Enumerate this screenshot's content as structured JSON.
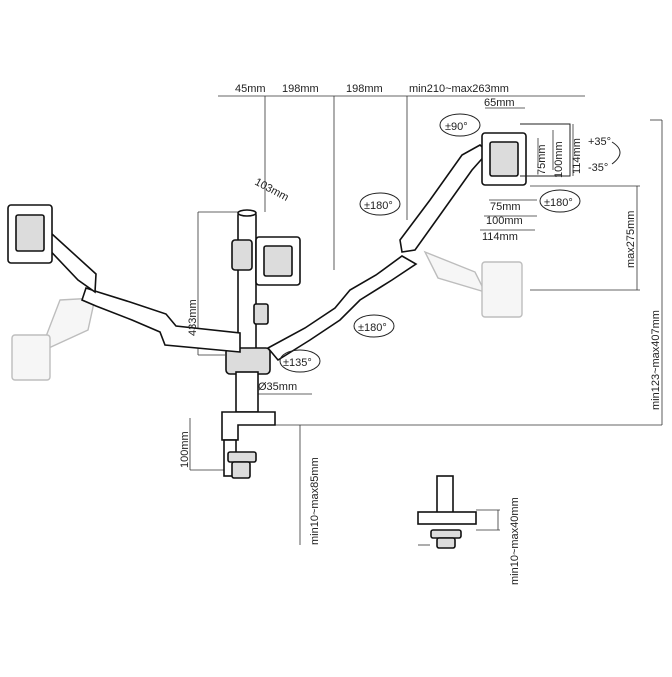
{
  "labels": {
    "d45": "45mm",
    "d198a": "198mm",
    "d198b": "198mm",
    "dmin210": "min210~max263mm",
    "d65": "65mm",
    "d103": "103mm",
    "d433": "433mm",
    "d35dia": "Ø35mm",
    "d100clamp": "100mm",
    "dclamp_range": "min10~max85mm",
    "dgrommet_range": "min10~max40mm",
    "dmax275": "max275mm",
    "dheight_range": "min123~max407mm",
    "v75": "75mm",
    "v100": "100mm",
    "v114": "114mm",
    "h75": "75mm",
    "h100": "100mm",
    "h114": "114mm"
  },
  "rotations": {
    "r90": "±90°",
    "r180a": "±180°",
    "r180b": "±180°",
    "r180c": "±180°",
    "r135": "±135°",
    "tilt_up": "+35°",
    "tilt_down": "-35°"
  }
}
